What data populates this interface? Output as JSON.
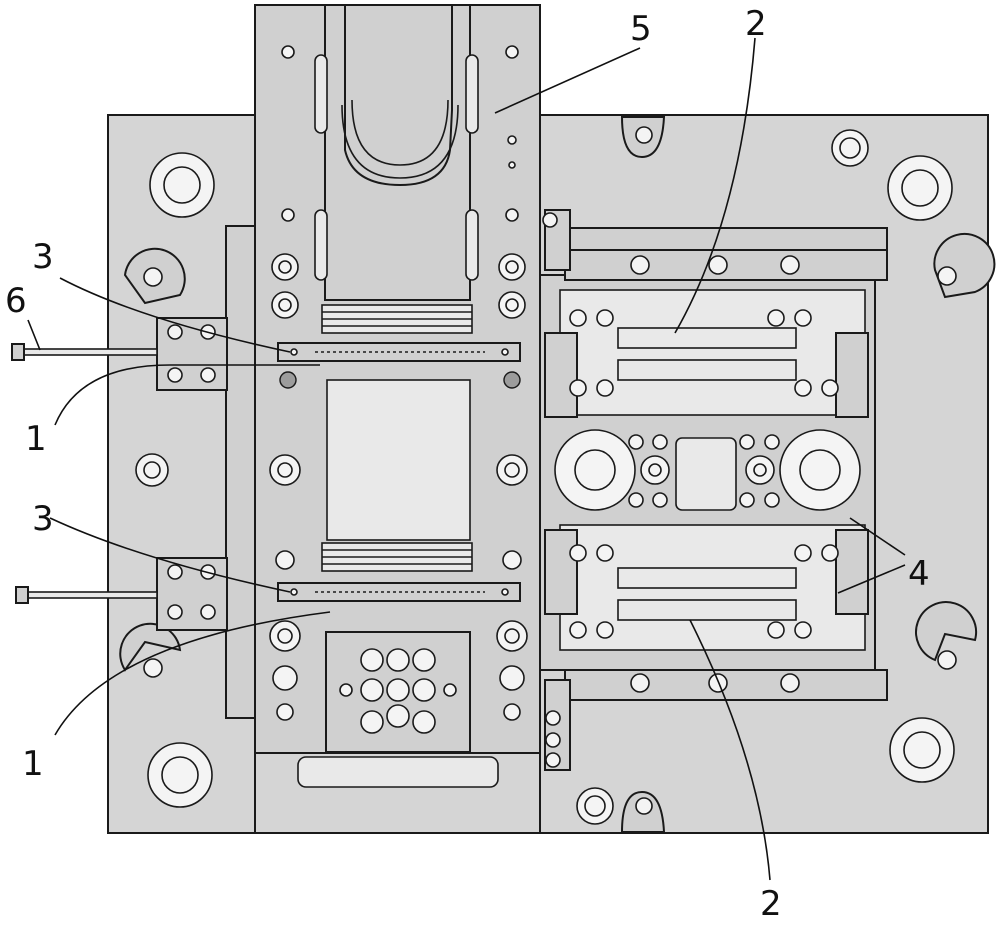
{
  "callouts": {
    "c1_upper": "1",
    "c1_lower": "1",
    "c2_upper": "2",
    "c2_lower": "2",
    "c3_upper": "3",
    "c3_lower": "3",
    "c4": "4",
    "c5": "5",
    "c6": "6"
  },
  "colors": {
    "plate_fill": "#d5d5d5",
    "line": "#1a1a1a",
    "background": "#ffffff"
  }
}
